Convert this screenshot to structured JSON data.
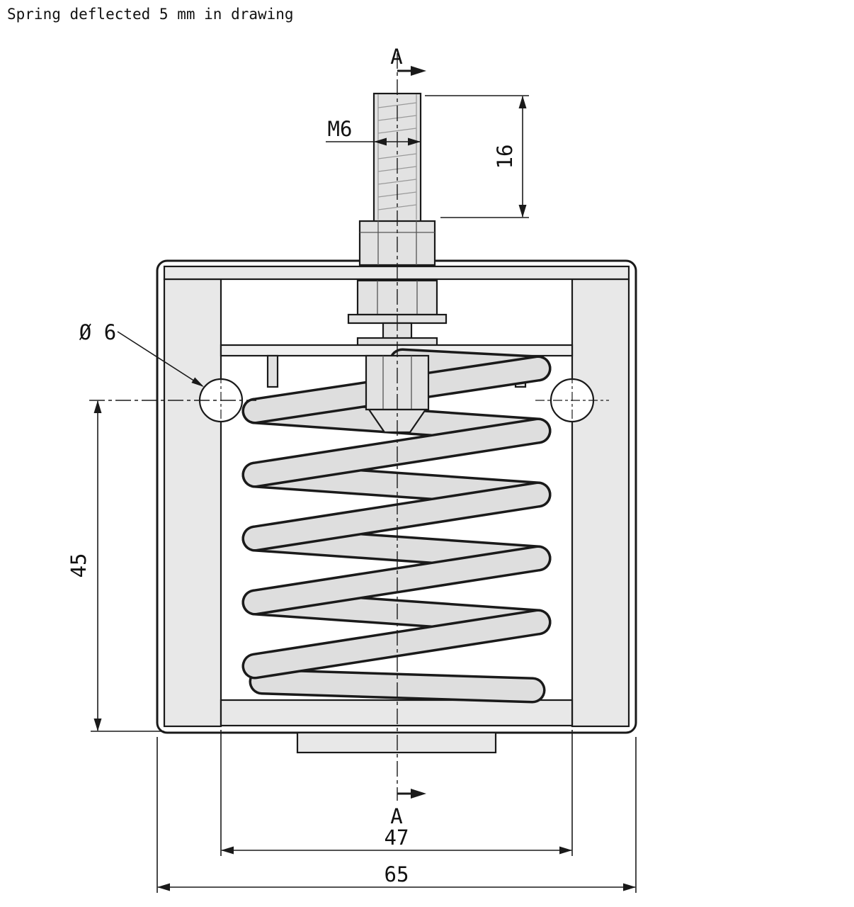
{
  "title": "Spring deflected 5 mm in drawing",
  "section": {
    "top_label": "A",
    "bottom_label": "A"
  },
  "dimensions": {
    "thread": "M6",
    "thread_length": "16",
    "hole_diameter": "Ø 6",
    "height_hole_to_base": "45",
    "inner_width": "47",
    "outer_width": "65"
  },
  "colors": {
    "line": "#1a1a1a",
    "section_fill": "#e8e8e8",
    "spring_fill": "#dedede",
    "background": "#ffffff"
  }
}
